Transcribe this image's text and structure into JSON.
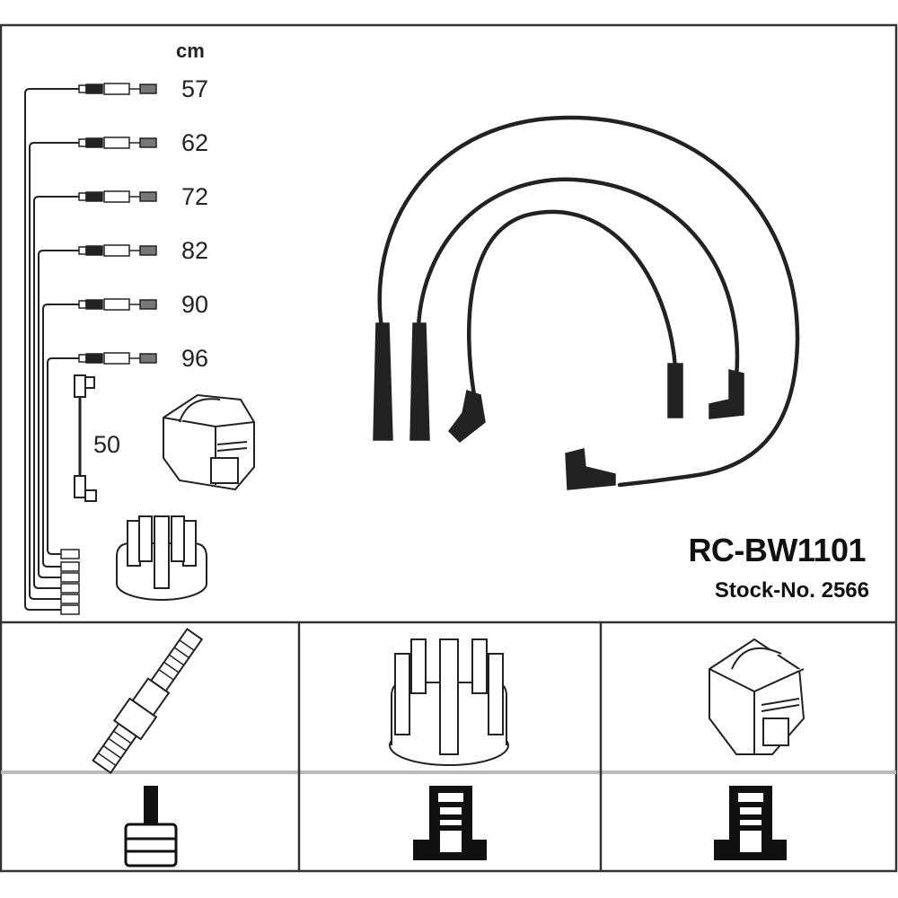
{
  "unit_label": "cm",
  "lengths": [
    "57",
    "62",
    "72",
    "82",
    "90",
    "96"
  ],
  "coil_lead_length": "50",
  "product": {
    "code": "RC-BW1101",
    "stock_label": "Stock-No. 2566"
  },
  "table": {
    "components": [
      "spark-plug",
      "distributor-cap",
      "ignition-coil"
    ],
    "terminals": [
      "spark-plug-terminal",
      "distributor-terminal",
      "coil-terminal"
    ]
  }
}
